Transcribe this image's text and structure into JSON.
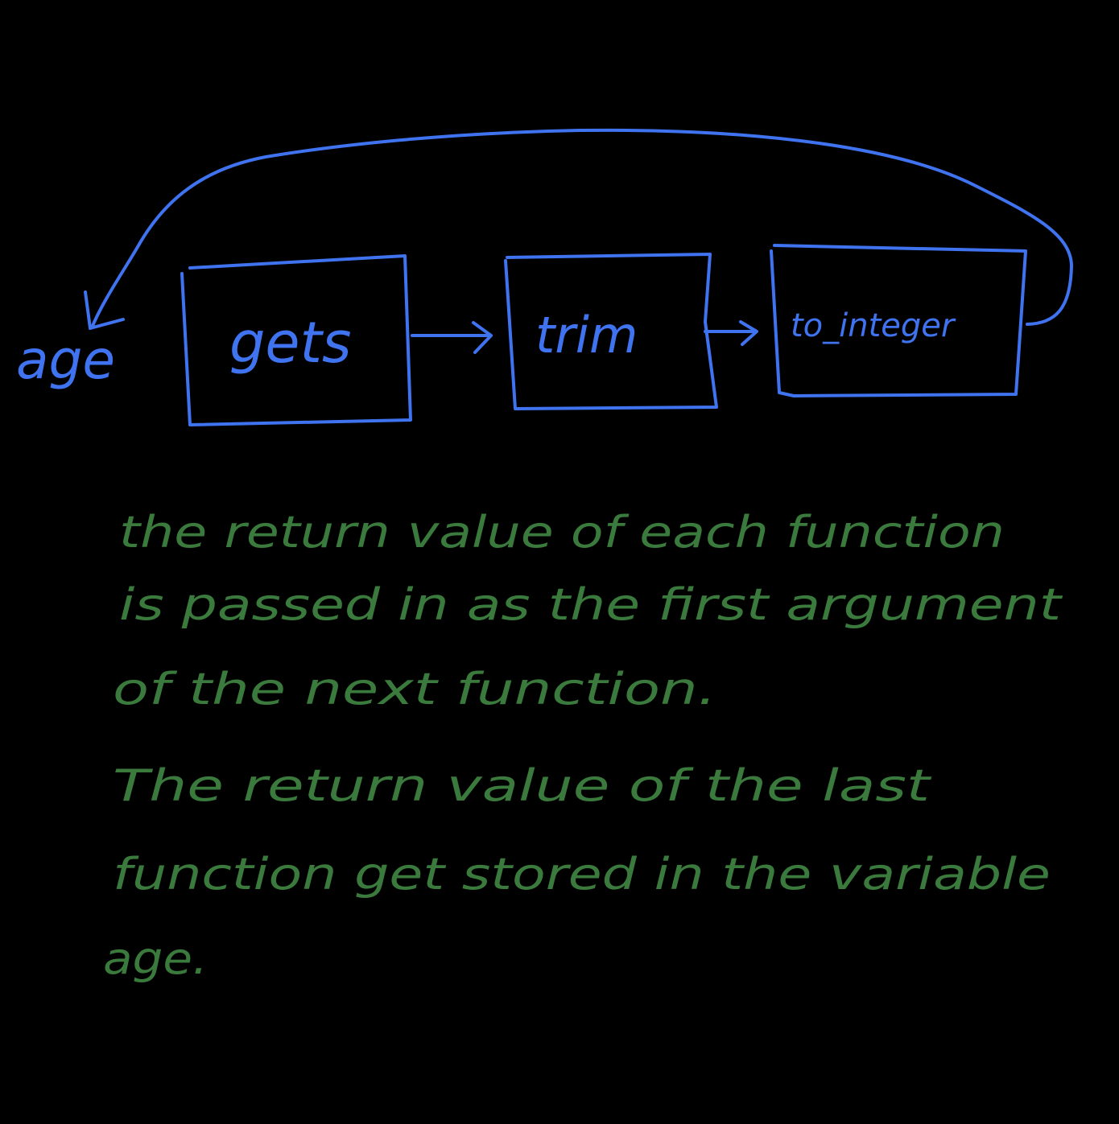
{
  "diagram": {
    "output_label": "age",
    "boxes": [
      "gets",
      "trim",
      "to_integer"
    ],
    "ink_color": "#3f73f0",
    "background": "#000000"
  },
  "notes": {
    "color": "#3a7a3c",
    "lines": [
      "the return value of each function",
      "is passed in as the first argument",
      "of the next function.",
      "The return value of the last",
      "function get stored in the variable",
      "age."
    ]
  }
}
